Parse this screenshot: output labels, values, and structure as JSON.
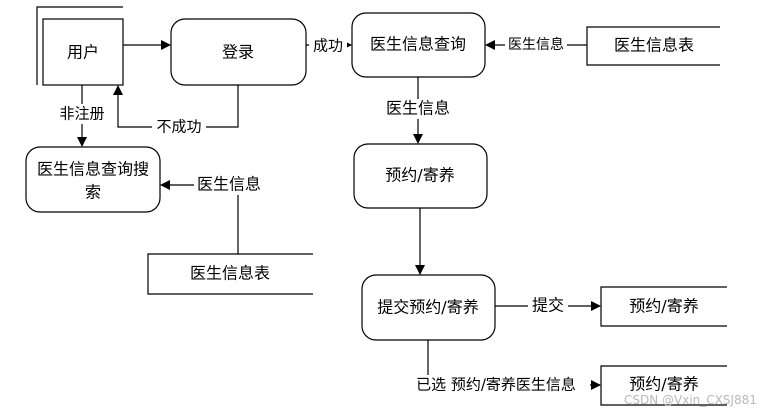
{
  "diagram": {
    "entity_user": "用户",
    "process_login": "登录",
    "process_query": "医生信息查询",
    "process_search_line1": "医生信息查询搜",
    "process_search_line2": "索",
    "process_booking": "预约/寄养",
    "process_submit": "提交预约/寄养",
    "store_doctor_top": "医生信息表",
    "store_doctor_bottom": "医生信息表",
    "store_booking_1": "预约/寄养",
    "store_booking_2": "预约/寄养",
    "flow_success": "成功",
    "flow_fail": "不成功",
    "flow_unregistered": "非注册",
    "flow_doctor_info_1": "医生信息",
    "flow_doctor_info_2": "医生信息",
    "flow_doctor_info_3": "医生信息",
    "flow_submit": "提交",
    "flow_selected": "已选 预约/寄养医生信息"
  },
  "watermark": "CSDN @Vxin_CXSJ881"
}
